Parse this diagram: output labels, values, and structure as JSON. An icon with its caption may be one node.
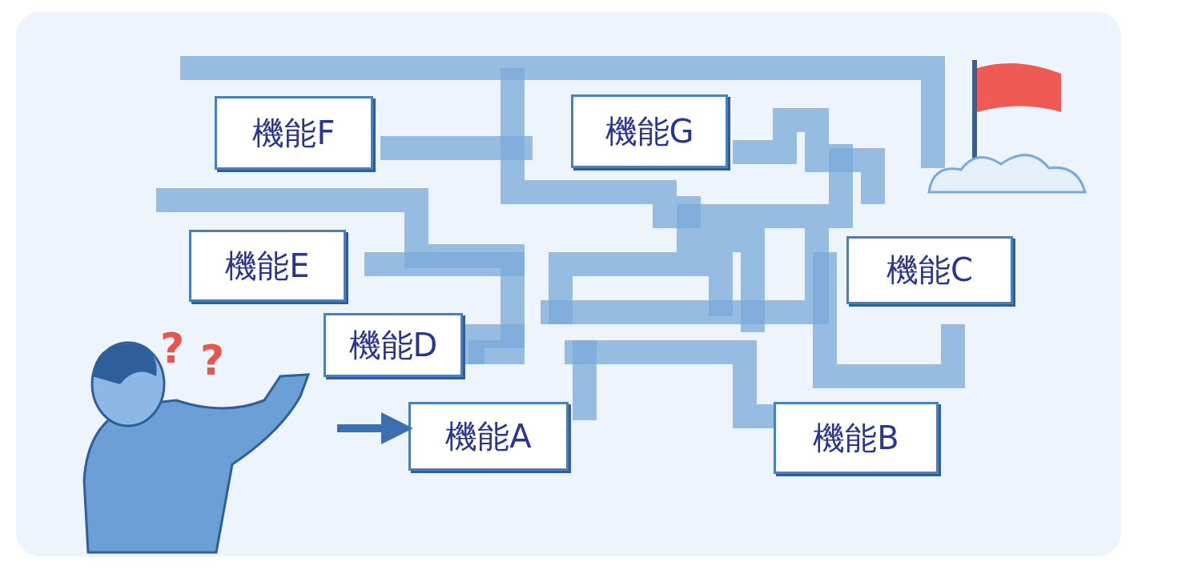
{
  "diagram": {
    "nodes": [
      {
        "text": [
          "機能F"
        ]
      },
      {
        "text": [
          "機能G"
        ]
      },
      {
        "text": [
          "機能E"
        ]
      },
      {
        "text": [
          "機能C"
        ]
      },
      {
        "text": [
          "機能D"
        ]
      },
      {
        "text": [
          "機能A"
        ]
      },
      {
        "text": [
          "機能B"
        ]
      }
    ],
    "edges": [
      {
        "from": null,
        "to": 5,
        "arrow": "to"
      }
    ],
    "labels": [
      "?",
      "?"
    ]
  }
}
